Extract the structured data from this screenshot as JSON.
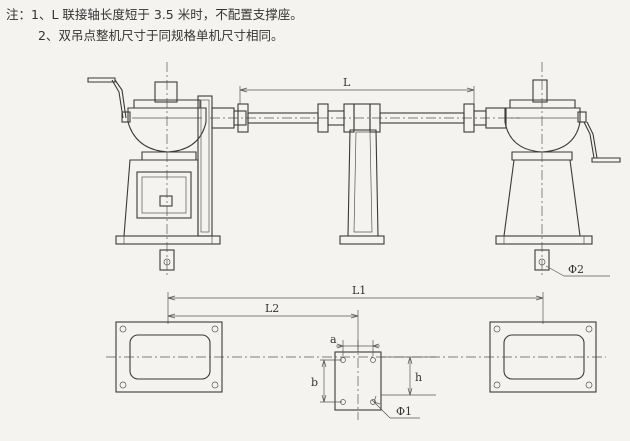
{
  "notes": {
    "line1": "注：1、L 联接轴长度短于 3.5 米时，不配置支撑座。",
    "line2": "2、双吊点整机尺寸于同规格单机尺寸相同。"
  },
  "labels": {
    "L": "L",
    "L1": "L1",
    "L2": "L2",
    "a": "a",
    "b": "b",
    "h": "h",
    "phi1": "Φ1",
    "phi2": "Φ2"
  }
}
